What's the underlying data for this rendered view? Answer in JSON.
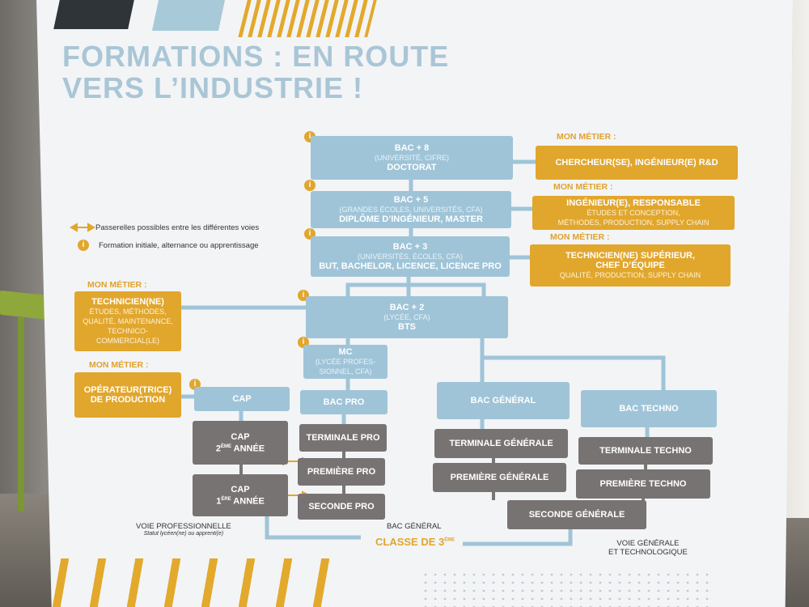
{
  "title": [
    "FORMATIONS : EN ROUTE",
    "VERS L’INDUSTRIE !"
  ],
  "legend": {
    "passerelles": "Passerelles possibles entre les différentes voies",
    "formation": "Formation initiale, alternance ou apprentissage"
  },
  "info_symbol": "i",
  "mon_metier_label": "MON MÉTIER :",
  "levels": {
    "bac8": {
      "title": "BAC + 8",
      "sub": "(UNIVERSITÉ, CIFRE)",
      "diploma": "DOCTORAT"
    },
    "bac5": {
      "title": "BAC + 5",
      "sub": "(GRANDES ÉCOLES, UNIVERSITÉS, CFA)",
      "diploma": "DIPLÔME D’INGÉNIEUR, MASTER"
    },
    "bac3": {
      "title": "BAC + 3",
      "sub": "(UNIVERSITÉS, ÉCOLES, CFA)",
      "diploma": "BUT, BACHELOR, LICENCE, LICENCE PRO"
    },
    "bac2": {
      "title": "BAC + 2",
      "sub": "(LYCÉE, CFA)",
      "diploma": "BTS"
    },
    "mc": {
      "title": "MC",
      "sub1": "(LYCÉE PROFES-",
      "sub2": "SIONNEL, CFA)"
    }
  },
  "metiers": {
    "chercheur": "CHERCHEUR(SE), INGÉNIEUR(E) R&D",
    "ingenieur": {
      "title": "INGÉNIEUR(E), RESPONSABLE",
      "line1": "ÉTUDES ET CONCEPTION,",
      "line2": "MÉTHODES, PRODUCTION, SUPPLY CHAIN"
    },
    "technicien_sup": {
      "line1": "TECHNICIEN(NE) SUPÉRIEUR,",
      "line2": "CHEF D’ÉQUIPE",
      "sub": "QUALITÉ, PRODUCTION, SUPPLY CHAIN"
    },
    "technicien": {
      "title": "TECHNICIEN(NE)",
      "l1": "ÉTUDES, MÉTHODES,",
      "l2": "QUALITÉ, MAINTENANCE,",
      "l3": "TECHNICO-",
      "l4": "COMMERCIAL(LE)"
    },
    "operateur": {
      "line1": "OPÉRATEUR(TRICE)",
      "line2": "DE PRODUCTION"
    }
  },
  "voies": {
    "cap": "CAP",
    "bac_pro": "BAC PRO",
    "bac_general": "BAC GÉNÉRAL",
    "bac_techno": "BAC TECHNO"
  },
  "classes": {
    "cap2": {
      "title": "CAP",
      "num": "2",
      "sup": "ÈME",
      "suffix": " ANNÉE"
    },
    "cap1": {
      "title": "CAP",
      "num": "1",
      "sup": "ÈRE",
      "suffix": " ANNÉE"
    },
    "terminale_pro": "TERMINALE PRO",
    "premiere_pro": "PREMIÈRE PRO",
    "seconde_pro": "SECONDE PRO",
    "terminale_generale": "TERMINALE GÉNÉRALE",
    "premiere_generale": "PREMIÈRE GÉNÉRALE",
    "terminale_techno": "TERMINALE TECHNO",
    "premiere_techno": "PREMIÈRE TECHNO",
    "seconde_generale": "SECONDE GÉNÉRALE"
  },
  "footer": {
    "voie_pro": "VOIE PROFESSIONNELLE",
    "statut": "Statut lycéen(ne) ou apprenti(e)",
    "bac_general": "BAC GÉNÉRAL",
    "classe": "CLASSE DE 3",
    "classe_sup": "ÈME",
    "voie_gen_1": "VOIE GÉNÉRALE",
    "voie_gen_2": "ET TECHNOLOGIQUE"
  },
  "colors": {
    "accent_gold": "#e1a62c",
    "box_blue": "#9fc4d8",
    "box_grey": "#787373",
    "title_blue": "#a9c6d6"
  }
}
